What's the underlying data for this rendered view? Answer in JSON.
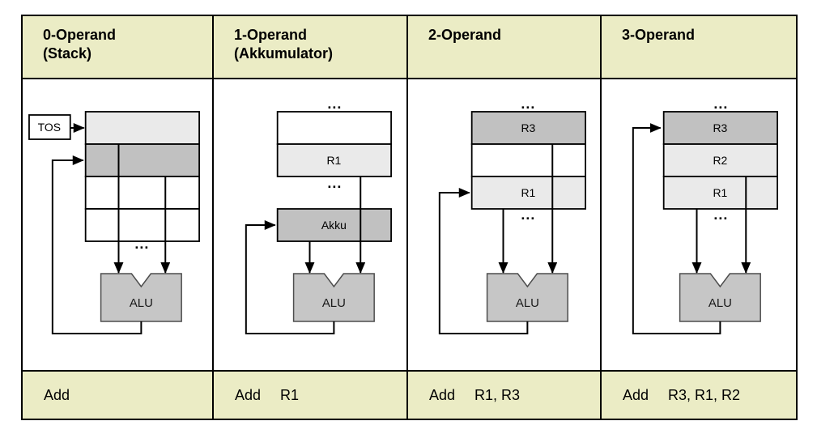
{
  "colors": {
    "header_bg": "#EBECC5",
    "cell_light_gray": "#EAEAEA",
    "cell_dark_gray": "#C1C1C1",
    "alu_fill": "#C6C6C6",
    "line": "#000000"
  },
  "ellipsis": "...",
  "columns": [
    {
      "id": "stack",
      "header_line1": "0-Operand",
      "header_line2": "(Stack)",
      "tos_label": "TOS",
      "alu_label": "ALU",
      "instruction": {
        "mnemonic": "Add",
        "operands": ""
      }
    },
    {
      "id": "akkumulator",
      "header_line1": "1-Operand",
      "header_line2": "(Akkumulator)",
      "register_labels": {
        "r1": "R1"
      },
      "akku_label": "Akku",
      "alu_label": "ALU",
      "instruction": {
        "mnemonic": "Add",
        "operands": "R1"
      }
    },
    {
      "id": "two-operand",
      "header_line1": "2-Operand",
      "header_line2": "",
      "register_labels": {
        "r3": "R3",
        "r1": "R1"
      },
      "alu_label": "ALU",
      "instruction": {
        "mnemonic": "Add",
        "operands": "R1, R3"
      }
    },
    {
      "id": "three-operand",
      "header_line1": "3-Operand",
      "header_line2": "",
      "register_labels": {
        "r3": "R3",
        "r2": "R2",
        "r1": "R1"
      },
      "alu_label": "ALU",
      "instruction": {
        "mnemonic": "Add",
        "operands": "R3, R1, R2"
      }
    }
  ]
}
